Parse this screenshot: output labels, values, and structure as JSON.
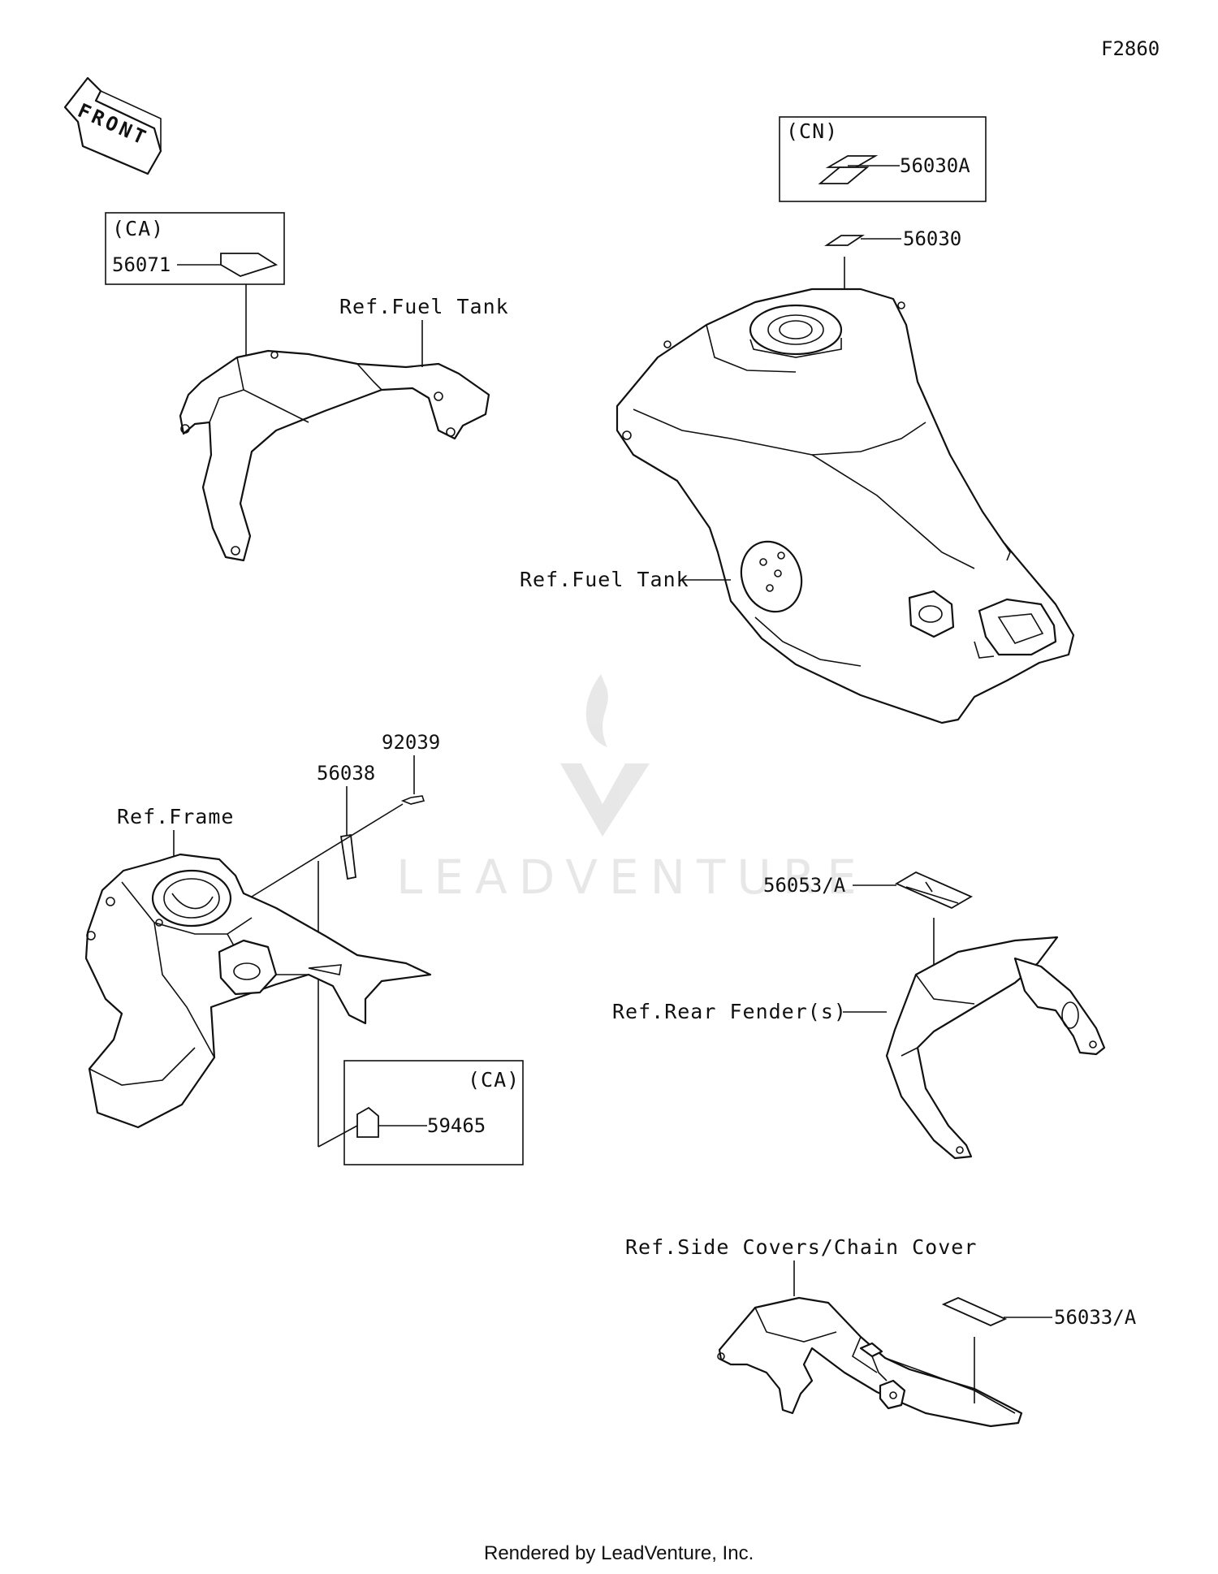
{
  "diagram": {
    "figure_code": "F2860",
    "front_arrow_text": "FRONT",
    "watermark": "LEADVENTURE",
    "footer": "Rendered by LeadVenture, Inc."
  },
  "callouts": {
    "p56071": "56071",
    "p56030A": "56030A",
    "p56030": "56030",
    "p92039": "92039",
    "p56038": "56038",
    "p59465": "59465",
    "p56053": "56053/A",
    "p56033": "56033/A"
  },
  "region_boxes": {
    "ca_top": "(CA)",
    "cn": "(CN)",
    "ca_bottom": "(CA)"
  },
  "references": {
    "fuel_tank_cover": "Ref.Fuel Tank",
    "fuel_tank": "Ref.Fuel Tank",
    "frame": "Ref.Frame",
    "rear_fender": "Ref.Rear Fender(s)",
    "side_covers": "Ref.Side Covers/Chain Cover"
  }
}
